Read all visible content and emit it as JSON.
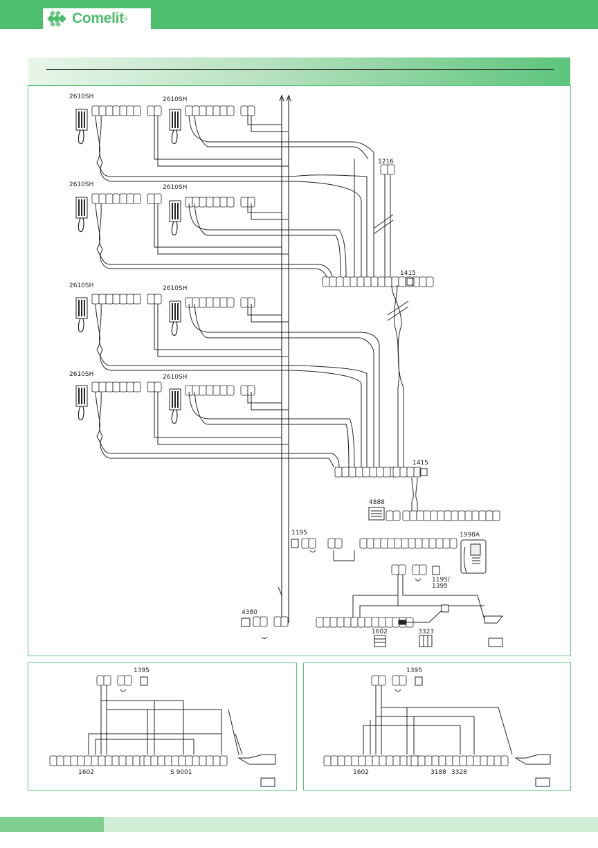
{
  "brand": {
    "name": "Comelit",
    "reg": "®",
    "color": "#4cbe6c"
  },
  "main": {
    "stations": [
      "2610SH",
      "2610SH",
      "2610SH",
      "2610SH",
      "2610SH",
      "2610SH",
      "2610SH",
      "2610SH"
    ],
    "modules": {
      "m1216": "1216",
      "m1415a": "1415",
      "m1415b": "1415",
      "m4888": "4888",
      "m1195": "1195",
      "m1998A": "1998A",
      "m1195_1395": "1195/",
      "m1395b": "1395",
      "m4380": "4380",
      "m1602": "1602",
      "m3323": "3323"
    }
  },
  "bottom_left": {
    "power": "1395",
    "entrance": "1602",
    "relay": "S 9001"
  },
  "bottom_right": {
    "power": "1395",
    "entrance": "1602",
    "relay_a": "3188",
    "relay_b": "3328"
  }
}
